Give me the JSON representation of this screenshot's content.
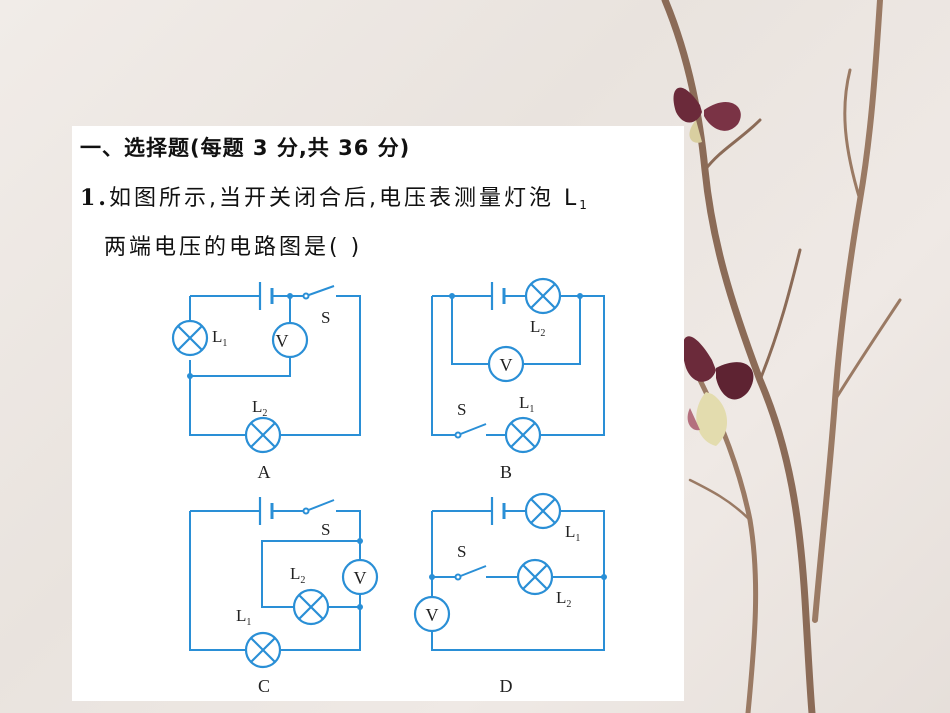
{
  "section": {
    "title": "一、选择题(每题 3 分,共 36 分)"
  },
  "question": {
    "number": "1.",
    "line1": "如图所示,当开关闭合后,电压表测量灯泡 L",
    "line1_sub": "1",
    "line2": "两端电压的电路图是(        )"
  },
  "options": [
    {
      "letter": "A",
      "components": {
        "lamp1": "L",
        "lamp1_sub": "1",
        "lamp2": "L",
        "lamp2_sub": "2",
        "switch": "S",
        "meter": "V"
      }
    },
    {
      "letter": "B",
      "components": {
        "lamp1": "L",
        "lamp1_sub": "1",
        "lamp2": "L",
        "lamp2_sub": "2",
        "switch": "S",
        "meter": "V"
      }
    },
    {
      "letter": "C",
      "components": {
        "lamp1": "L",
        "lamp1_sub": "1",
        "lamp2": "L",
        "lamp2_sub": "2",
        "switch": "S",
        "meter": "V"
      }
    },
    {
      "letter": "D",
      "components": {
        "lamp1": "L",
        "lamp1_sub": "1",
        "lamp2": "L",
        "lamp2_sub": "2",
        "switch": "S",
        "meter": "V"
      }
    }
  ],
  "colors": {
    "wire": "#2a8fd6",
    "text": "#111111",
    "card": "#ffffff",
    "branch": "#8a6a55",
    "butterfly": "#6b2a3a"
  }
}
